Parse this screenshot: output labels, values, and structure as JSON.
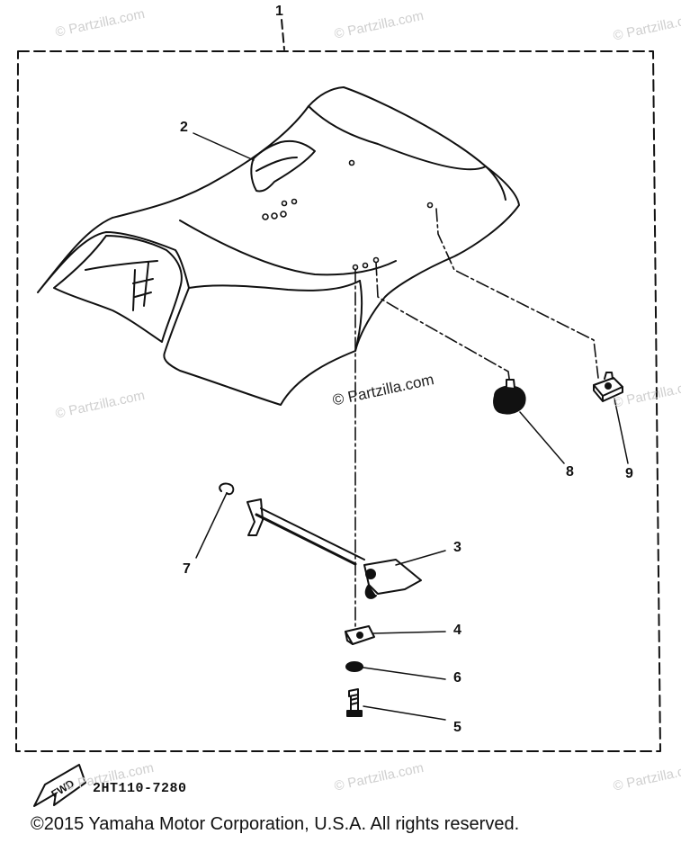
{
  "watermark_text": "© Partzilla.com",
  "center_watermark_text": "© Partzilla.com",
  "callouts": [
    "1",
    "2",
    "3",
    "4",
    "5",
    "6",
    "7",
    "8",
    "9"
  ],
  "fwd_label": "FWD",
  "part_code": "2HT110-7280",
  "copyright": "©2015  Yamaha Motor Corporation, U.S.A. All rights reserved."
}
